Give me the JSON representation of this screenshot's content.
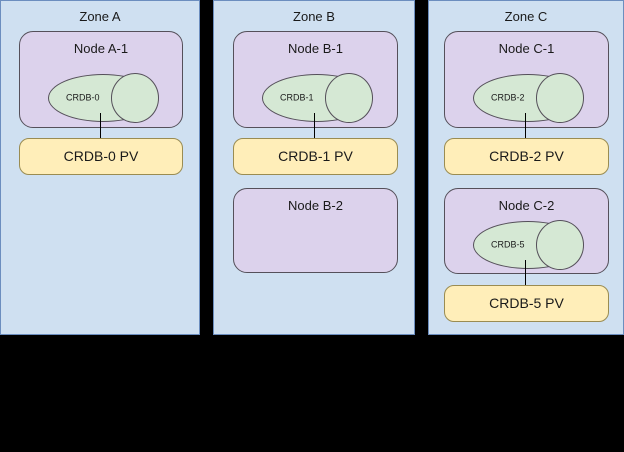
{
  "diagram": {
    "type": "architecture-diagram",
    "background_color": "#000000",
    "palette": {
      "zone_fill": "#cfe0f1",
      "zone_stroke": "#6c8ebf",
      "node_fill": "#dcd2ec",
      "node_stroke": "#55505a",
      "db_fill": "#d5e8d4",
      "db_stroke": "#55505a",
      "pv_fill": "#ffeeb9",
      "pv_stroke": "#9a8c52",
      "connector": "#000000",
      "text": "#1a1a1a"
    },
    "zones": [
      {
        "id": "zone-a",
        "label": "Zone A",
        "nodes": [
          {
            "id": "node-a-1",
            "label": "Node A-1",
            "database": {
              "id": "crdb-0",
              "label": "CRDB-0"
            },
            "volume": {
              "id": "crdb-0-pv",
              "label": "CRDB-0 PV"
            },
            "has_connector": true
          }
        ]
      },
      {
        "id": "zone-b",
        "label": "Zone B",
        "nodes": [
          {
            "id": "node-b-1",
            "label": "Node B-1",
            "database": {
              "id": "crdb-1",
              "label": "CRDB-1"
            },
            "volume": {
              "id": "crdb-1-pv",
              "label": "CRDB-1 PV"
            },
            "has_connector": true
          },
          {
            "id": "node-b-2",
            "label": "Node B-2",
            "database": null,
            "volume": null,
            "has_connector": false
          }
        ]
      },
      {
        "id": "zone-c",
        "label": "Zone C",
        "nodes": [
          {
            "id": "node-c-1",
            "label": "Node C-1",
            "database": {
              "id": "crdb-2",
              "label": "CRDB-2"
            },
            "volume": {
              "id": "crdb-2-pv",
              "label": "CRDB-2 PV"
            },
            "has_connector": true
          },
          {
            "id": "node-c-2",
            "label": "Node C-2",
            "database": {
              "id": "crdb-5",
              "label": "CRDB-5"
            },
            "volume": {
              "id": "crdb-5-pv",
              "label": "CRDB-5 PV"
            },
            "has_connector": true
          }
        ]
      }
    ]
  }
}
